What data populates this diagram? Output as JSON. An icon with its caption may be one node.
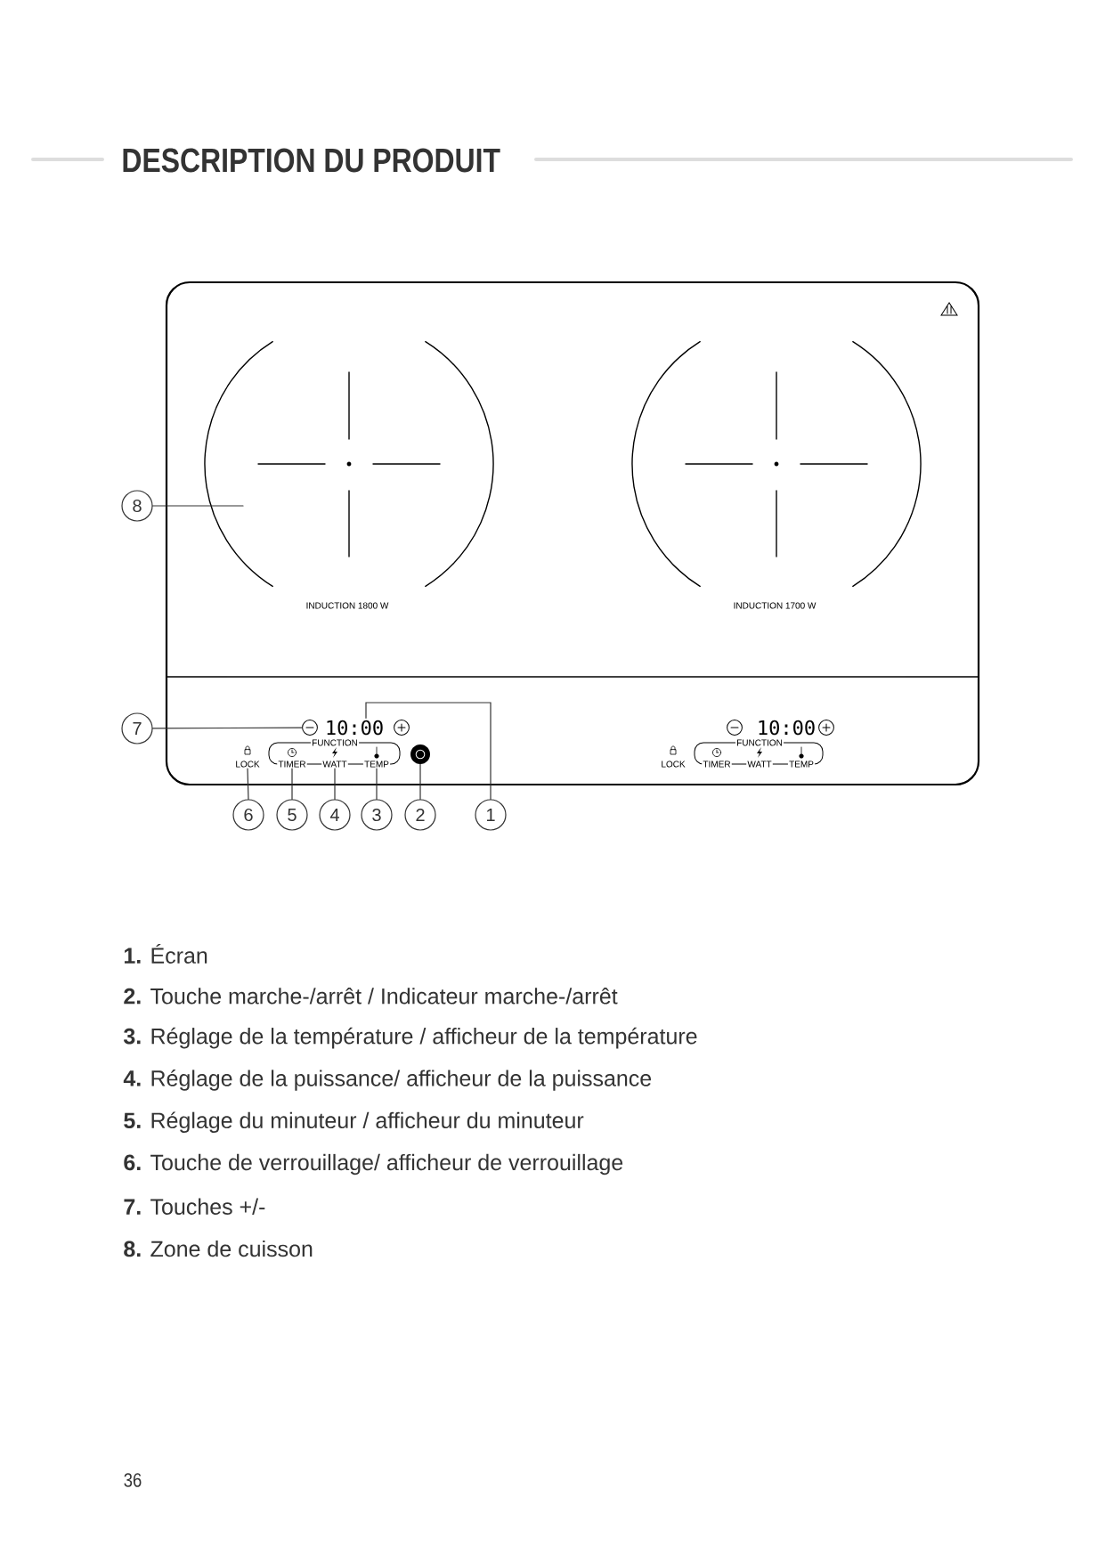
{
  "diagram": {
    "title": "DESCRIPTION DU PRODUIT",
    "nodes": [
      {
        "text": [
          "1"
        ]
      },
      {
        "text": [
          "2"
        ]
      },
      {
        "text": [
          "3"
        ]
      },
      {
        "text": [
          "4"
        ]
      },
      {
        "text": [
          "5"
        ]
      },
      {
        "text": [
          "6"
        ]
      },
      {
        "text": [
          "7"
        ]
      },
      {
        "text": [
          "8"
        ]
      },
      {
        "text": [
          "10:00"
        ]
      },
      {
        "text": [],
        "shape": "circle"
      },
      {
        "text": [
          "TEMP"
        ]
      },
      {
        "text": [
          "WATT"
        ]
      },
      {
        "text": [
          "TIMER"
        ]
      },
      {
        "text": [
          "LOCK"
        ]
      },
      {
        "text": [],
        "shape": "circle"
      }
    ],
    "edges": [
      {
        "from": 0,
        "to": 8,
        "arrow": "none"
      },
      {
        "from": 1,
        "to": 9,
        "arrow": "none"
      },
      {
        "from": 2,
        "to": 10,
        "arrow": "none"
      },
      {
        "from": 3,
        "to": 11,
        "arrow": "none"
      },
      {
        "from": 4,
        "to": 12,
        "arrow": "none"
      },
      {
        "from": 5,
        "to": 13,
        "arrow": "none"
      },
      {
        "from": 6,
        "to": 14,
        "arrow": "none"
      },
      {
        "from": 7,
        "to": null,
        "arrow": "none"
      }
    ],
    "labels": [
      "INDUCTION 1800 W",
      "INDUCTION 1700 W",
      "FUNCTION",
      "10:00",
      "FUNCTION",
      "LOCK",
      "TIMER",
      "WATT",
      "TEMP",
      "**1.** Écran",
      "**2.** Touche marche-/arrêt / Indicateur marche-/arrêt",
      "**3.** Réglage de la température / afficheur de la température",
      "**4.** Réglage de la puissance/ afficheur de la puissance",
      "**5.** Réglage du minuteur / afficheur du minuteur",
      "**6.** Touche de verrouillage/ afficheur de verrouillage",
      "**7.** Touches +/-",
      "**8.** Zone de cuisson",
      "36"
    ]
  }
}
